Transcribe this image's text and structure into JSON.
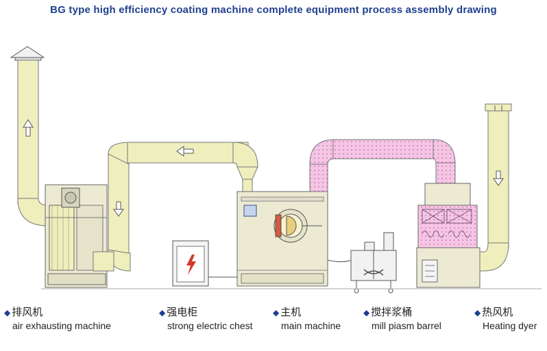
{
  "title": "BG type high efficiency coating machine complete equipment process assembly drawing",
  "colors": {
    "title": "#1f3f8f",
    "duct_exhaust": "#efeebd",
    "duct_supply": "#f5c8e6",
    "machine_body": "#ecead3",
    "outline": "#6b6b6b"
  },
  "components": [
    {
      "cn": "排风机",
      "en": "air exhausting machine",
      "icon": "diamond-bullet"
    },
    {
      "cn": "强电柜",
      "en": "strong electric chest",
      "icon": "diamond-bullet"
    },
    {
      "cn": "主机",
      "en": "main machine",
      "icon": "diamond-bullet"
    },
    {
      "cn": "搅拌浆桶",
      "en": "mill piasm barrel",
      "icon": "diamond-bullet"
    },
    {
      "cn": "热风机",
      "en": "Heating dyer",
      "icon": "diamond-bullet"
    }
  ]
}
